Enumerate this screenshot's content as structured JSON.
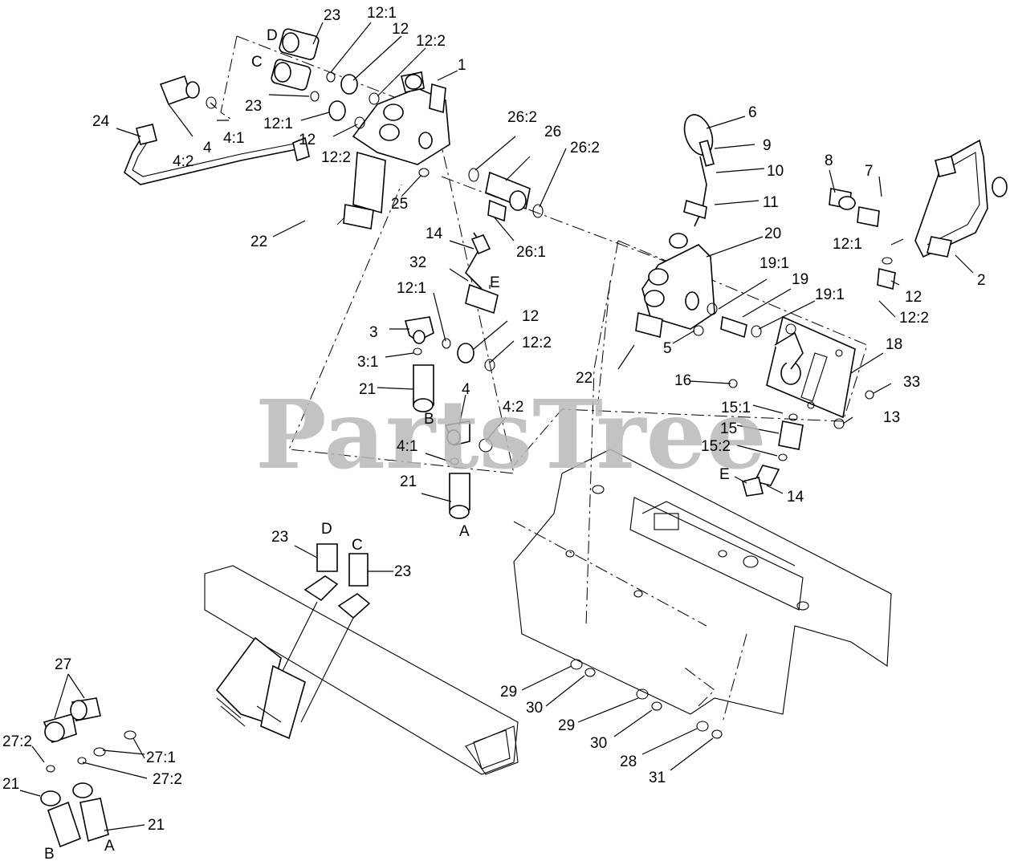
{
  "watermark": "PartsTree",
  "callouts": [
    "23",
    "12:1",
    "12",
    "12:2",
    "1",
    "D",
    "C",
    "23",
    "12:1",
    "12",
    "12:2",
    "24",
    "4",
    "4:1",
    "4:2",
    "26:2",
    "26",
    "26:2",
    "25",
    "22",
    "14",
    "26:1",
    "32",
    "E",
    "6",
    "9",
    "10",
    "11",
    "8",
    "7",
    "12:1",
    "2",
    "20",
    "19:1",
    "19",
    "19:1",
    "12",
    "12:2",
    "12:1",
    "3",
    "12",
    "12:2",
    "3:1",
    "21",
    "B",
    "4",
    "4:2",
    "4:1",
    "21",
    "A",
    "5",
    "22",
    "18",
    "16",
    "33",
    "15:1",
    "15",
    "13",
    "15:2",
    "E",
    "14",
    "23",
    "D",
    "C",
    "23",
    "27",
    "27:2",
    "27:1",
    "27:2",
    "21",
    "21",
    "B",
    "A",
    "29",
    "30",
    "29",
    "30",
    "28",
    "31"
  ],
  "colors": {
    "watermark": "#b9b9b9",
    "line": "#000000"
  }
}
